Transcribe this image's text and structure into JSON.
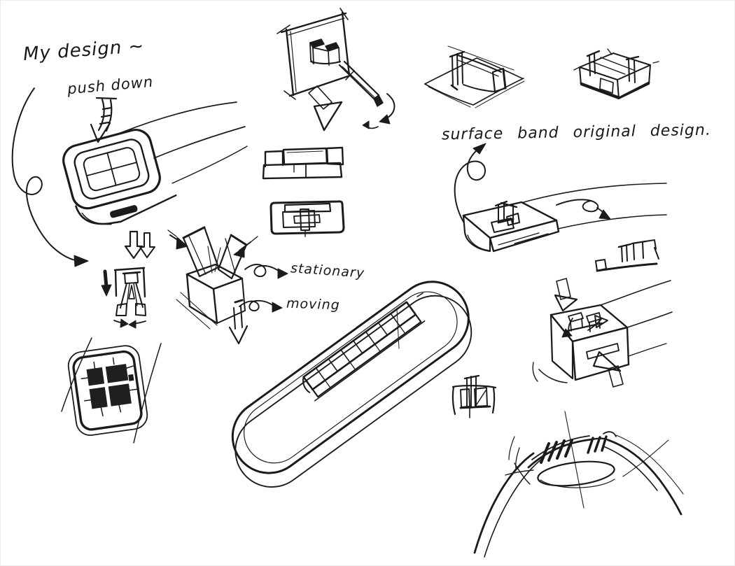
{
  "page": {
    "background_color": "#ffffff",
    "ink_color": "#1b1b1b",
    "description_title": ""
  },
  "annotations": {
    "my_design": "My design ~",
    "push_down": "push down",
    "surface_band_original": "surface band  original design.",
    "stationary": "stationary",
    "moving": "moving"
  }
}
